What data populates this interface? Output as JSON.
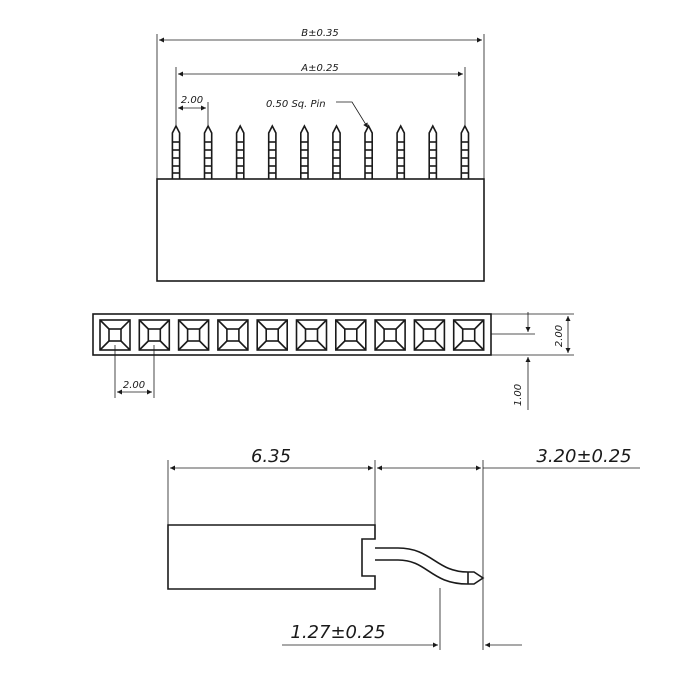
{
  "front_view": {
    "dim_b_label": "B±0.35",
    "dim_a_label": "A±0.25",
    "pitch_label": "2.00",
    "pin_callout": "0.50 Sq. Pin",
    "pin_count": 10
  },
  "top_view": {
    "pitch_label": "2.00",
    "height_label": "2.00",
    "offset_label": "1.00",
    "contact_count": 10
  },
  "side_view": {
    "body_length_label": "6.35",
    "tail_length_label": "3.20±0.25",
    "tail_offset_label": "1.27±0.25"
  },
  "colors": {
    "line": "#1a1a1a",
    "background": "#ffffff"
  }
}
